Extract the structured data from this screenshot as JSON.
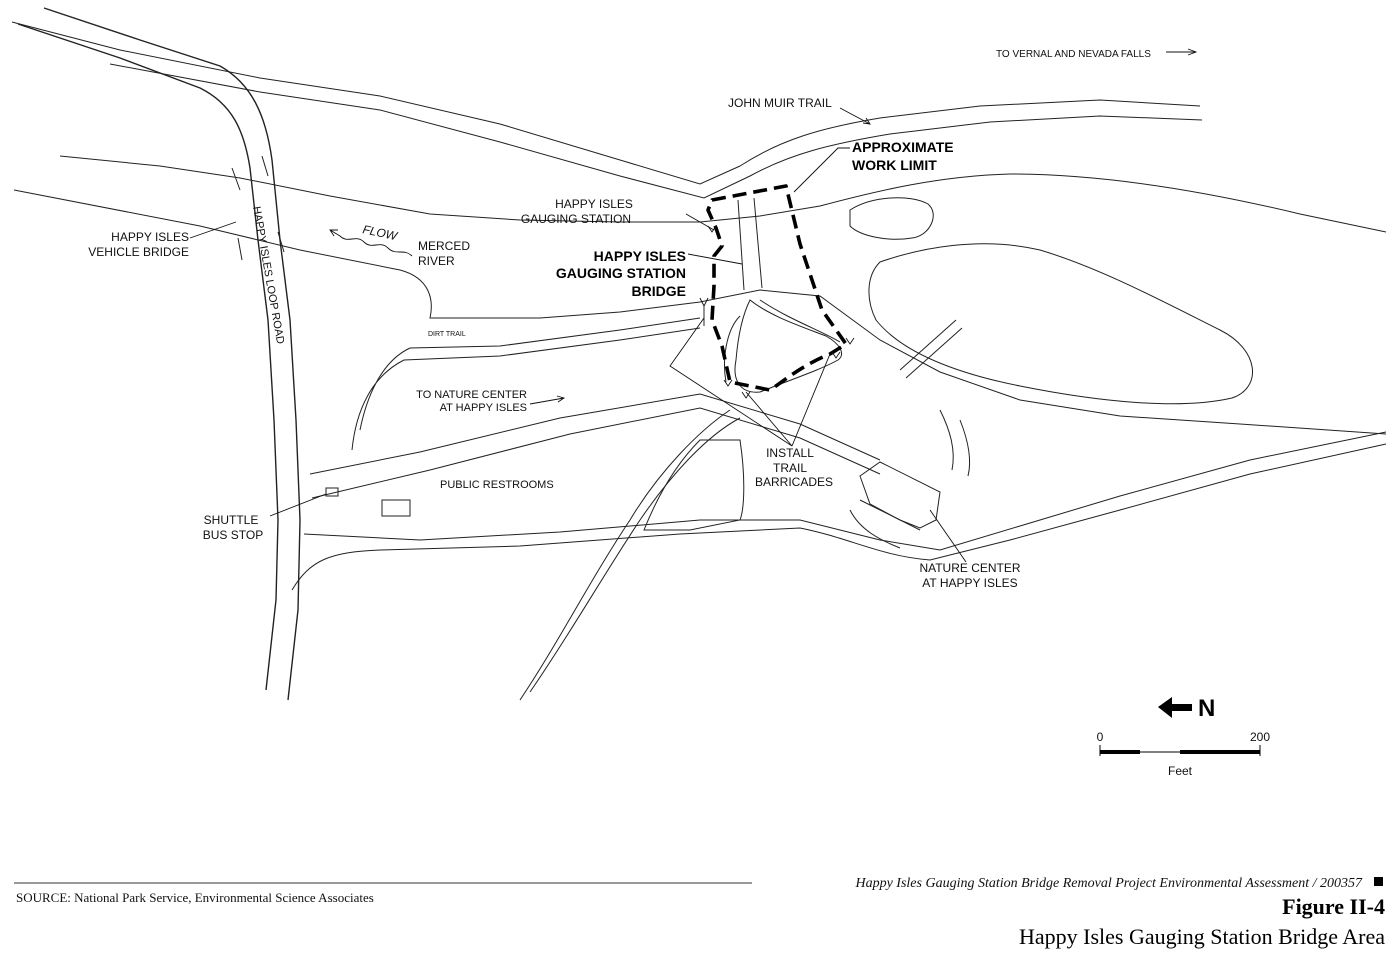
{
  "labels": {
    "vernal_falls": "TO VERNAL AND NEVADA FALLS",
    "john_muir_1": "JOHN MUIR TRAIL",
    "work_limit_1": "APPROXIMATE",
    "work_limit_2": "WORK LIMIT",
    "gauging_station_1": "HAPPY ISLES",
    "gauging_station_2": "GAUGING STATION",
    "station_bridge_1": "HAPPY ISLES",
    "station_bridge_2": "GAUGING STATION",
    "station_bridge_3": "BRIDGE",
    "vehicle_bridge_1": "HAPPY ISLES",
    "vehicle_bridge_2": "VEHICLE BRIDGE",
    "loop_road": "HAPPY ISLES LOOP ROAD",
    "flow": "FLOW",
    "merced_1": "MERCED",
    "merced_2": "RIVER",
    "dirt_trail": "DIRT TRAIL",
    "nature_center_trail_1": "TO NATURE CENTER",
    "nature_center_trail_2": "AT HAPPY ISLES",
    "barricades_1": "INSTALL",
    "barricades_2": "TRAIL",
    "barricades_3": "BARRICADES",
    "restrooms": "PUBLIC RESTROOMS",
    "shuttle_1": "SHUTTLE",
    "shuttle_2": "BUS STOP",
    "nature_center_1": "NATURE CENTER",
    "nature_center_2": "AT HAPPY ISLES"
  },
  "scale": {
    "north": "N",
    "zero": "0",
    "max": "200",
    "unit": "Feet"
  },
  "footer": {
    "project": "Happy Isles Gauging Station Bridge Removal Project Environmental Assessment / 200357",
    "source": "SOURCE:  National Park Service, Environmental Science Associates",
    "figure_number": "Figure II-4",
    "figure_title": "Happy Isles Gauging Station Bridge Area"
  }
}
